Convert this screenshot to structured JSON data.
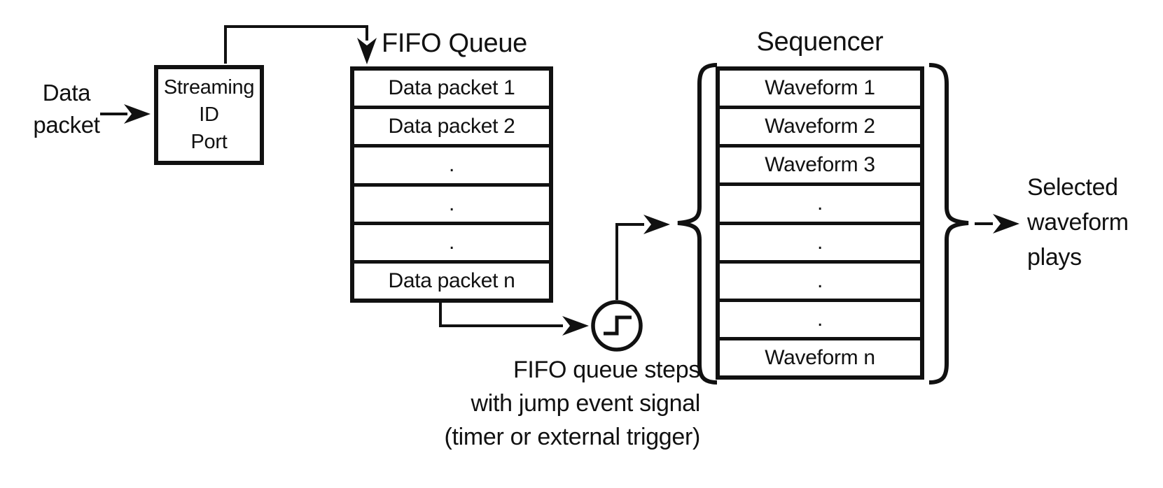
{
  "diagram": {
    "colors": {
      "ink": "#111111",
      "background": "#ffffff"
    },
    "input_label": "Data\npacket",
    "streaming_port": {
      "label": "Streaming\nID\nPort"
    },
    "fifo": {
      "title": "FIFO Queue",
      "rows": [
        "Data packet 1",
        "Data packet 2",
        ".",
        ".",
        ".",
        "Data packet n"
      ]
    },
    "jump_event": {
      "icon": "step-signal-icon",
      "caption": "FIFO queue steps\nwith jump event signal\n(timer or external trigger)"
    },
    "sequencer": {
      "title": "Sequencer",
      "rows": [
        "Waveform 1",
        "Waveform 2",
        "Waveform 3",
        ".",
        ".",
        ".",
        ".",
        "Waveform n"
      ]
    },
    "output_label": "Selected\nwaveform\nplays"
  }
}
